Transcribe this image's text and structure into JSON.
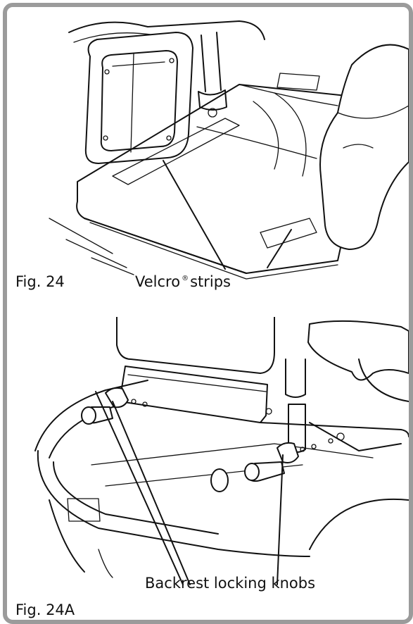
{
  "figure_24": {
    "caption": "Fig. 24",
    "callout": "Velcro",
    "callout_mark": "®",
    "callout_rest": "strips"
  },
  "figure_24a": {
    "caption": "Fig. 24A",
    "callout": "Backrest locking knobs"
  }
}
